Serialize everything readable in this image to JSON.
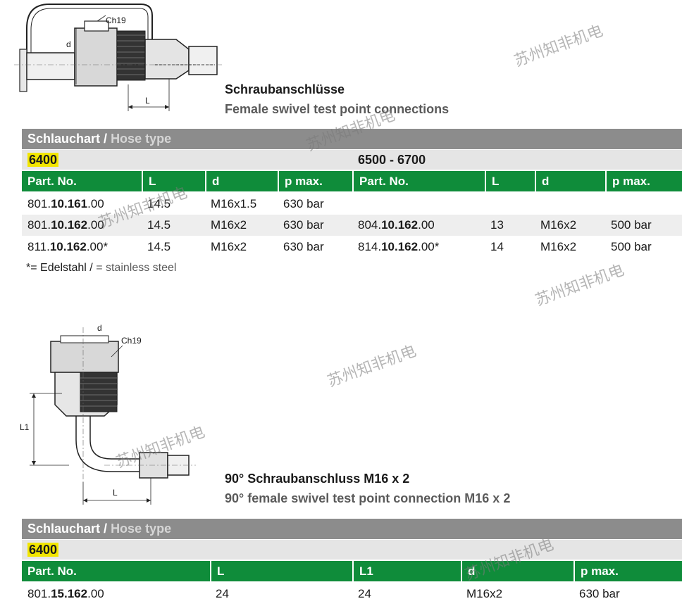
{
  "section1": {
    "drawing_labels": {
      "ch": "Ch19",
      "d": "d",
      "l": "L"
    },
    "title_de": "Schraubanschlüsse",
    "title_en": "Female swivel test point connections",
    "hose_type_de": "Schlauchart",
    "hose_type_sep": " / ",
    "hose_type_en": "Hose type",
    "group_left": "6400",
    "group_right": "6500 - 6700",
    "headers_left": [
      "Part. No.",
      "L",
      "d",
      "p max."
    ],
    "headers_right": [
      "Part. No.",
      "L",
      "d",
      "p max."
    ],
    "rows": [
      {
        "left": {
          "pre": "801.",
          "bold": "10.161",
          "post": ".00",
          "L": "14.5",
          "d": "M16x1.5",
          "p": "630 bar"
        },
        "right": {
          "pre": "",
          "bold": "",
          "post": "",
          "L": "",
          "d": "",
          "p": ""
        }
      },
      {
        "left": {
          "pre": "801.",
          "bold": "10.162",
          "post": ".00",
          "L": "14.5",
          "d": "M16x2",
          "p": "630 bar"
        },
        "right": {
          "pre": "804.",
          "bold": "10.162",
          "post": ".00",
          "L": "13",
          "d": "M16x2",
          "p": "500 bar"
        }
      },
      {
        "left": {
          "pre": "811.",
          "bold": "10.162",
          "post": ".00*",
          "L": "14.5",
          "d": "M16x2",
          "p": "630 bar"
        },
        "right": {
          "pre": "814.",
          "bold": "10.162",
          "post": ".00*",
          "L": "14",
          "d": "M16x2",
          "p": "500 bar"
        }
      }
    ],
    "note_de": "*=  Edelstahl",
    "note_sep": " / ",
    "note_en": "= stainless steel"
  },
  "section2": {
    "drawing_labels": {
      "ch": "Ch19",
      "d": "d",
      "l1": "L1",
      "l": "L"
    },
    "title_de": "90° Schraubanschluss M16 x 2",
    "title_en": "90° female swivel test point connection M16 x 2",
    "hose_type_de": "Schlauchart",
    "hose_type_sep": " / ",
    "hose_type_en": "Hose type",
    "group": "6400",
    "headers": [
      "Part. No.",
      "L",
      "L1",
      "d",
      "p max."
    ],
    "rows": [
      {
        "pre": "801.",
        "bold": "15.162",
        "post": ".00",
        "L": "24",
        "L1": "24",
        "d": "M16x2",
        "p": "630 bar"
      }
    ]
  },
  "watermark": "苏州知非机电",
  "colors": {
    "green": "#0f8c3a",
    "gray": "#8c8c8c",
    "light": "#e5e5e5",
    "highlight": "#f2e600"
  }
}
